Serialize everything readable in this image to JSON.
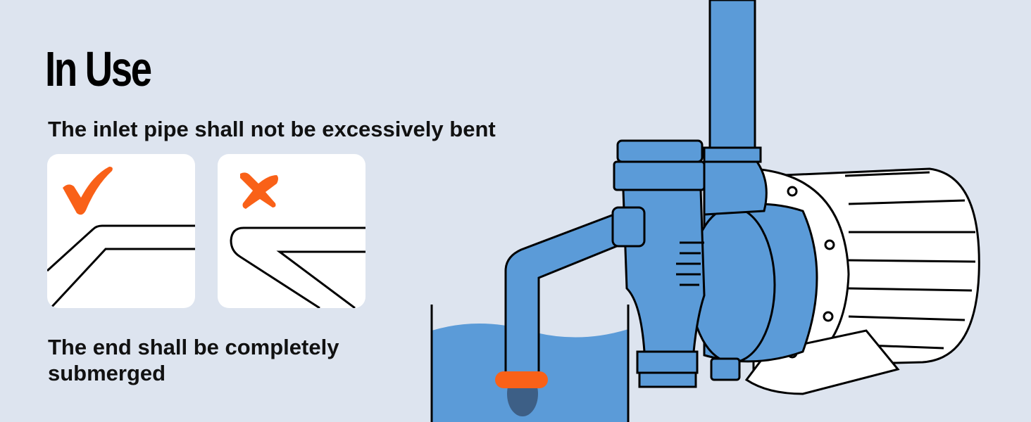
{
  "heading": "In Use",
  "instructions": {
    "bend": "The inlet pipe shall not be excessively bent",
    "submerge_line1": "The end shall be completely",
    "submerge_line2": "submerged"
  },
  "examples": [
    {
      "status": "correct",
      "icon": "check-icon"
    },
    {
      "status": "incorrect",
      "icon": "cross-icon"
    }
  ],
  "colors": {
    "background": "#dde4ef",
    "pump_blue": "#5b9bd8",
    "accent_orange": "#f96118"
  }
}
